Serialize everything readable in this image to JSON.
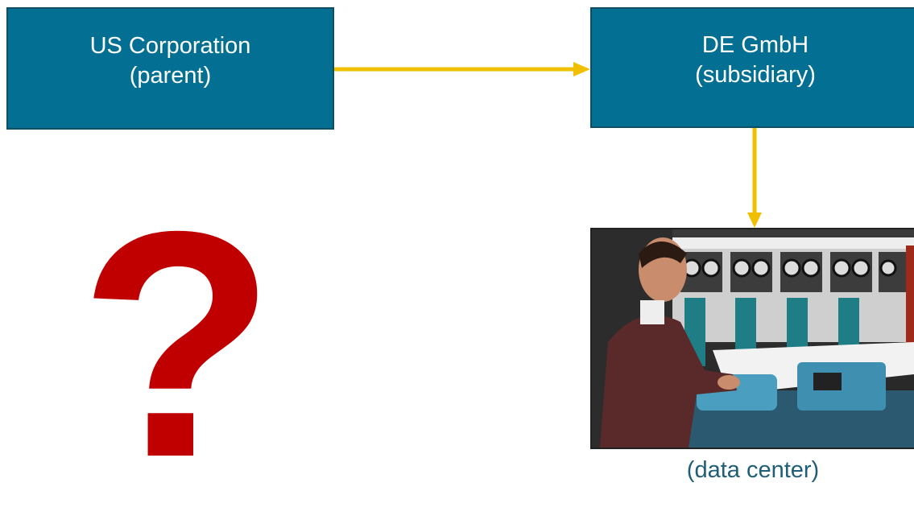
{
  "nodes": {
    "parent": {
      "line1": "US Corporation",
      "line2": "(parent)"
    },
    "subsidiary": {
      "line1": "DE GmbH",
      "line2": "(subsidiary)"
    }
  },
  "question_mark": "?",
  "data_center_caption": "(data center)",
  "colors": {
    "box_fill": "#036f92",
    "box_border": "#0a4f66",
    "arrow": "#f0c000",
    "question_mark": "#c00000",
    "caption": "#1f5e78"
  }
}
